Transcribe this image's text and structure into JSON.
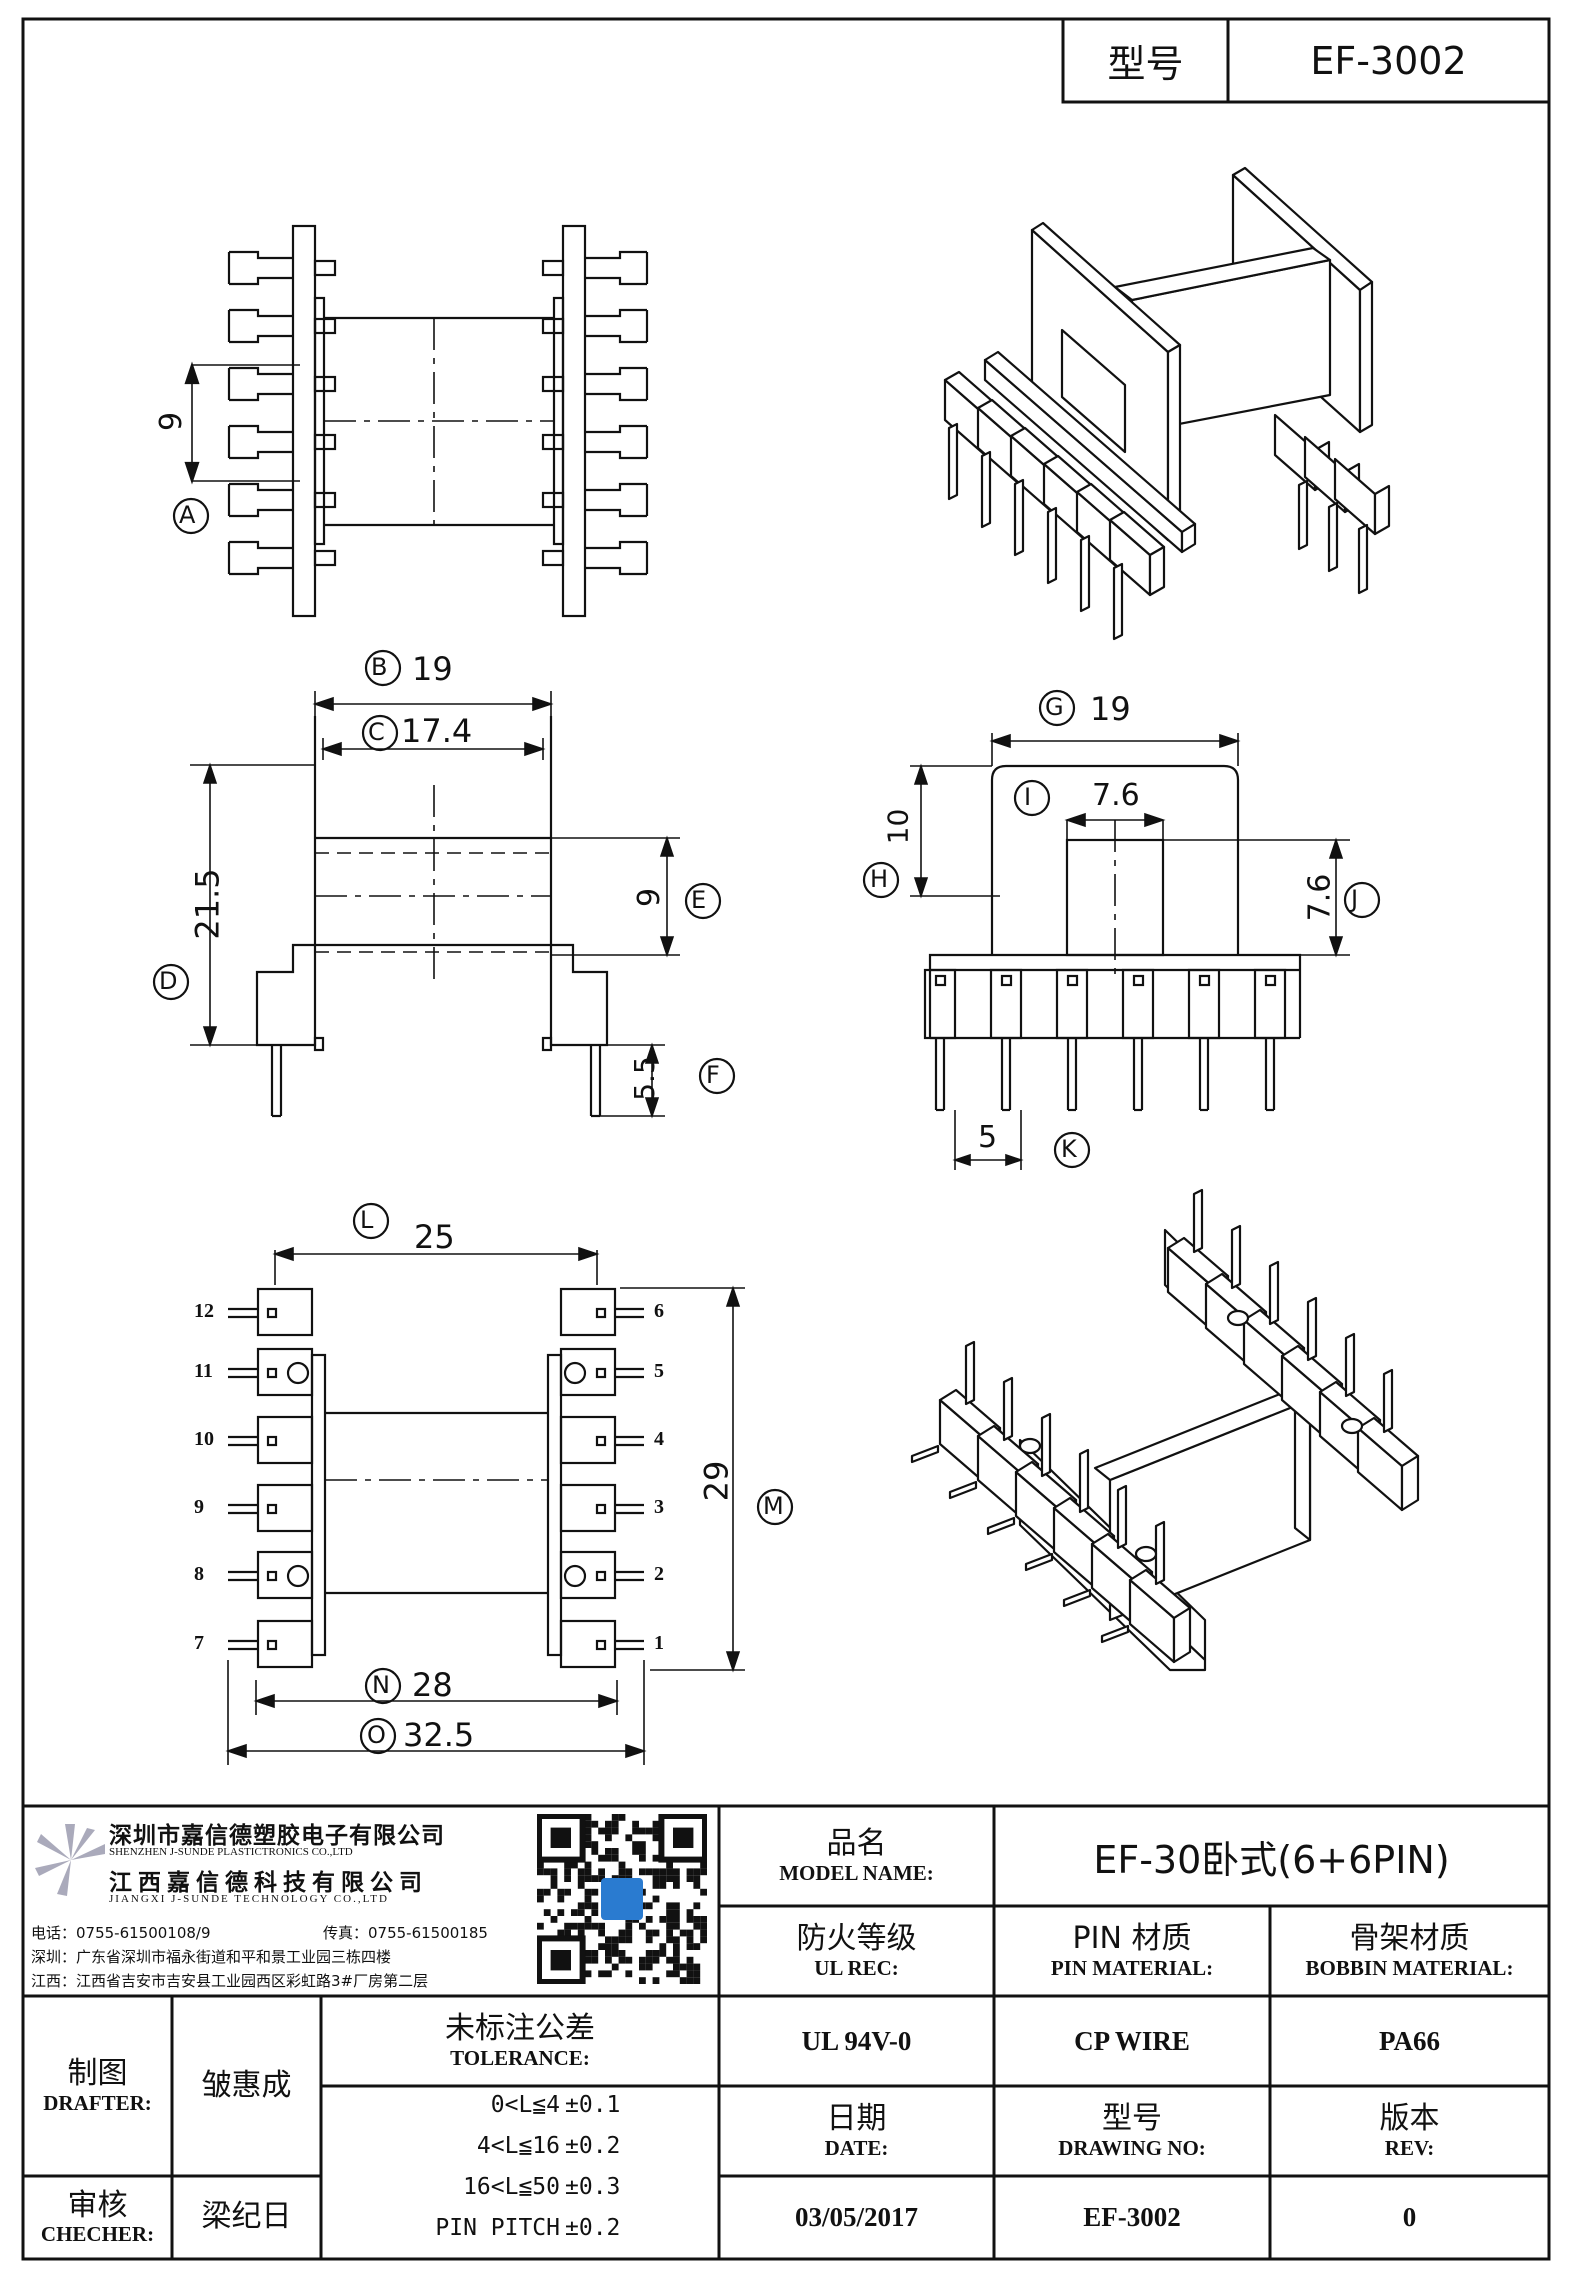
{
  "header": {
    "type_label": "型号",
    "type_value": "EF-3002"
  },
  "dimensions": {
    "a": {
      "letter": "A"
    },
    "pin_pitch_top": "9",
    "b": {
      "letter": "B",
      "value": "19"
    },
    "c": {
      "letter": "C",
      "value": "17.4"
    },
    "d": {
      "letter": "D",
      "value": "21.5"
    },
    "e": {
      "letter": "E",
      "value": "9"
    },
    "f": {
      "letter": "F",
      "value": "5.5"
    },
    "g": {
      "letter": "G",
      "value": "19"
    },
    "h": {
      "letter": "H",
      "value": "10"
    },
    "i": {
      "letter": "I",
      "value": "7.6"
    },
    "j": {
      "letter": "J",
      "value": "7.6"
    },
    "k": {
      "letter": "K",
      "value": "5"
    },
    "l": {
      "letter": "L",
      "value": "25"
    },
    "m": {
      "letter": "M",
      "value": "29"
    },
    "n": {
      "letter": "N",
      "value": "28"
    },
    "o": {
      "letter": "O",
      "value": "32.5"
    }
  },
  "pins_left": [
    "12",
    "11",
    "10",
    "9",
    "8",
    "7"
  ],
  "pins_right": [
    "6",
    "5",
    "4",
    "3",
    "2",
    "1"
  ],
  "company": {
    "name_cn1": "深圳市嘉信德塑胶电子有限公司",
    "name_en1": "SHENZHEN J-SUNDE PLASTICTRONICS CO.,LTD",
    "name_cn2": "江西嘉信德科技有限公司",
    "name_en2": "JIANGXI J-SUNDE TECHNOLOGY CO.,LTD",
    "tel": "电话：0755-61500108/9",
    "fax": "传真：0755-61500185",
    "addr_sz": "深圳：广东省深圳市福永街道和平和景工业园三栋四楼",
    "addr_jx": "江西：江西省吉安市吉安县工业园西区彩虹路3#厂房第二层"
  },
  "table": {
    "model_name_cn": "品名",
    "model_name_en": "MODEL NAME:",
    "model_name_value": "EF-30卧式(6+6PIN)",
    "ul_cn": "防火等级",
    "ul_en": "UL REC:",
    "ul_value": "UL 94V-0",
    "pin_cn": "PIN 材质",
    "pin_en": "PIN MATERIAL:",
    "pin_value": "CP WIRE",
    "bobbin_cn": "骨架材质",
    "bobbin_en": "BOBBIN MATERIAL:",
    "bobbin_value": "PA66",
    "drafter_cn": "制图",
    "drafter_en": "DRAFTER:",
    "drafter_value": "皱惠成",
    "checker_cn": "审核",
    "checker_en": "CHECHER:",
    "checker_value": "梁纪日",
    "tolerance_cn": "未标注公差",
    "tolerance_en": "TOLERANCE:",
    "tol_rows": [
      {
        "range": "0<L≦4",
        "val": "±0.1"
      },
      {
        "range": "4<L≦16",
        "val": "±0.2"
      },
      {
        "range": "16<L≦50",
        "val": "±0.3"
      },
      {
        "range": "PIN PITCH",
        "val": "±0.2"
      }
    ],
    "date_cn": "日期",
    "date_en": "DATE:",
    "date_value": "03/05/2017",
    "drawing_cn": "型号",
    "drawing_en": "DRAWING NO:",
    "drawing_value": "EF-3002",
    "rev_cn": "版本",
    "rev_en": "REV:",
    "rev_value": "0"
  }
}
